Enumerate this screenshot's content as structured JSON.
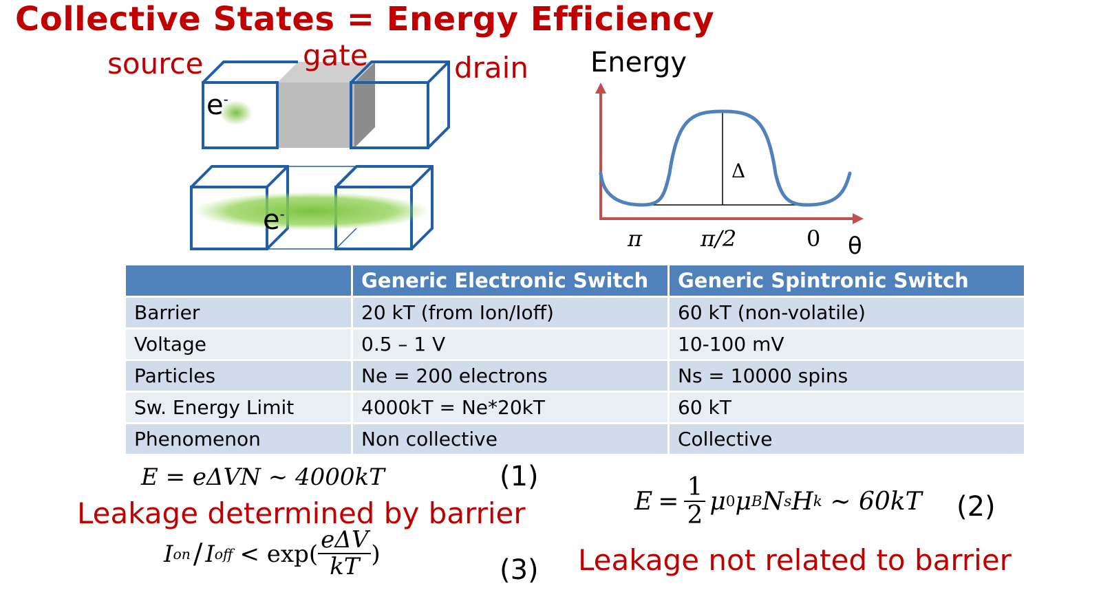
{
  "title": "Collective States = Energy Efficiency",
  "device": {
    "source_label": "source",
    "gate_label": "gate",
    "drain_label": "drain",
    "electron_label": "e",
    "electron_charge": "-",
    "colors": {
      "box_outline": "#1f5fa8",
      "gate_fill": "#bfbfbf",
      "cloud": "#7cc242"
    }
  },
  "energy_plot": {
    "y_label": "Energy",
    "x_label": "θ",
    "ticks": [
      "π",
      "π/2",
      "0"
    ],
    "barrier_label": "Δ",
    "colors": {
      "axes": "#c0504d",
      "curve": "#4f81bd"
    }
  },
  "table": {
    "headers": [
      "",
      "Generic Electronic Switch",
      "Generic Spintronic Switch"
    ],
    "rows": [
      [
        "Barrier",
        "20 kT (from Ion/Ioff)",
        "60 kT  (non-volatile)"
      ],
      [
        "Voltage",
        "0.5 – 1 V",
        "10-100 mV"
      ],
      [
        "Particles",
        "Ne = 200 electrons",
        "Ns = 10000 spins"
      ],
      [
        "Sw. Energy Limit",
        "4000kT = Ne*20kT",
        "60 kT"
      ],
      [
        "Phenomenon",
        "Non collective",
        "Collective"
      ]
    ],
    "colors": {
      "header": "#4f81bd",
      "row_odd": "#d0dbeb",
      "row_even": "#e9edf4"
    }
  },
  "equations": {
    "eq1": {
      "lhs": "E",
      "rhs": "= eΔVN  ~  4000kT",
      "number": "(1)"
    },
    "eq2": {
      "lhs": "E",
      "rhs_a": "μ",
      "sub0": "0",
      "rhs_b": "μ",
      "subB": "B",
      "rhs_c": "N",
      "subs": "s",
      "rhs_d": "H",
      "subk": "k",
      "rhs_e": " ~ 60kT",
      "frac_num": "1",
      "frac_den": "2",
      "eq_sign": "=",
      "number": "(2)"
    },
    "eq3": {
      "lhs": "I",
      "sub_on": "on",
      "slash": "/",
      "lhs2": "I",
      "sub_off": "off",
      "op": "< exp(",
      "frac_num": "eΔV",
      "frac_den": "kT",
      "close": ")",
      "number": "(3)"
    }
  },
  "notes": {
    "left": "Leakage determined by barrier",
    "right": "Leakage not related to barrier"
  }
}
